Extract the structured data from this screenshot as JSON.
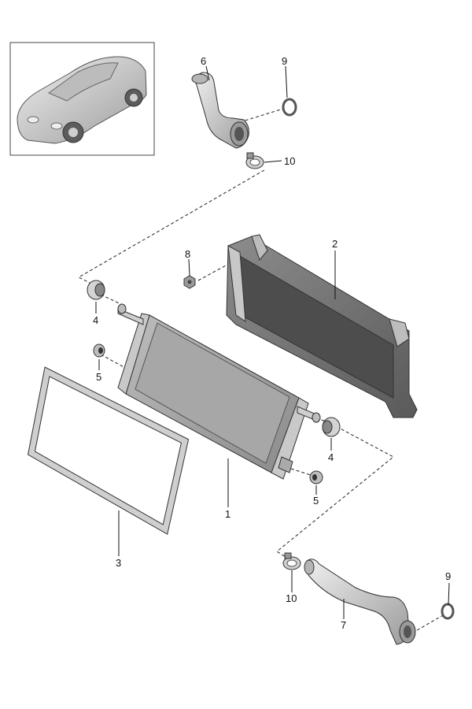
{
  "callouts": {
    "c1": "1",
    "c2": "2",
    "c3": "3",
    "c4a": "4",
    "c4b": "4",
    "c5a": "5",
    "c5b": "5",
    "c6": "6",
    "c7": "7",
    "c8": "8",
    "c9a": "9",
    "c9b": "9",
    "c10a": "10",
    "c10b": "10"
  },
  "colors": {
    "part_light": "#d9d9d9",
    "part_mid": "#a8a8a8",
    "part_dark": "#6e6e6e",
    "outline": "#333333"
  }
}
